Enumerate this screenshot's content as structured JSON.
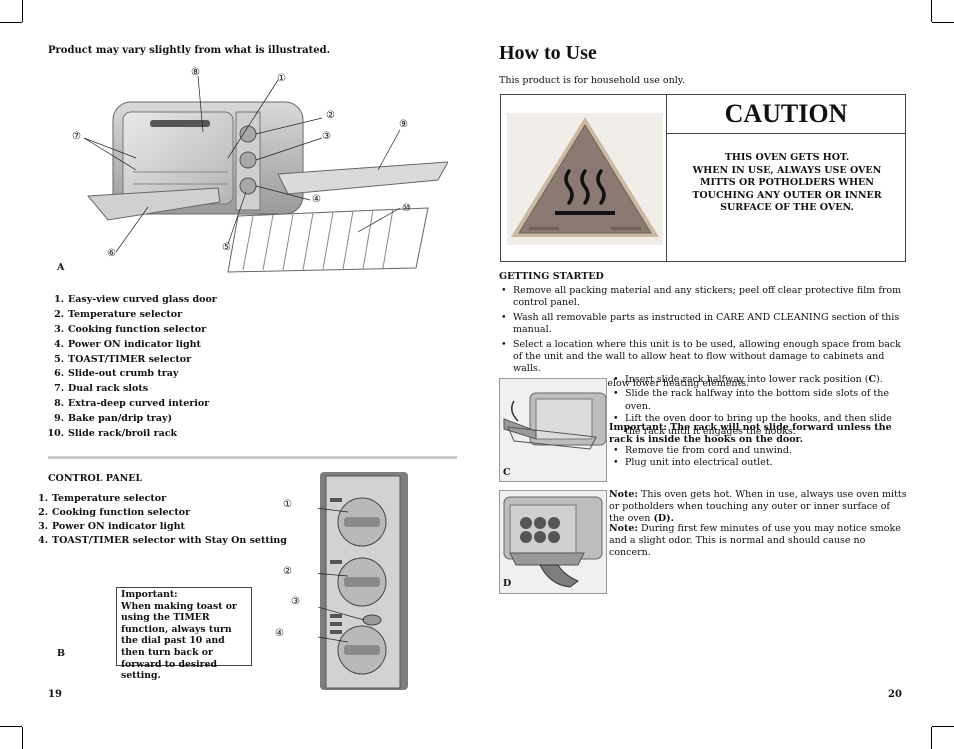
{
  "left": {
    "note": "Product may vary slightly from what is illustrated.",
    "figure_a_label": "A",
    "callouts_a": [
      "⑧",
      "①",
      "②",
      "③",
      "⑦",
      "⑨",
      "④",
      "⑩",
      "⑤",
      "⑥"
    ],
    "parts": [
      {
        "num": "1.",
        "text": "Easy-view curved glass door"
      },
      {
        "num": "2.",
        "text": "Temperature selector"
      },
      {
        "num": "3.",
        "text": "Cooking function selector"
      },
      {
        "num": "4.",
        "text": "Power ON indicator light"
      },
      {
        "num": "5.",
        "text": "TOAST/TIMER selector"
      },
      {
        "num": "6.",
        "text": "Slide-out crumb tray"
      },
      {
        "num": "7.",
        "text": "Dual rack slots"
      },
      {
        "num": "8.",
        "text": "Extra-deep curved interior"
      },
      {
        "num": "9.",
        "text": "Bake pan/drip tray)"
      },
      {
        "num": "10.",
        "text": "Slide rack/broil rack"
      }
    ],
    "control_panel_heading": "CONTROL PANEL",
    "control_items": [
      {
        "num": "1.",
        "text": "Temperature selector"
      },
      {
        "num": "2.",
        "text": "Cooking function selector"
      },
      {
        "num": "3.",
        "text": "Power ON indicator light"
      },
      {
        "num": "4.",
        "text": "TOAST/TIMER selector with Stay On setting"
      }
    ],
    "important_title": "Important:",
    "important_body": "When making toast or using the TIMER function, always turn the dial past 10 and then turn back or forward to desired setting.",
    "figure_b_label": "B",
    "callouts_b": [
      "①",
      "②",
      "③",
      "④"
    ],
    "page_number": "19"
  },
  "right": {
    "title": "How to Use",
    "subtitle": "This product is for household use only.",
    "caution_title": "CAUTION",
    "caution_lines": [
      "THIS OVEN GETS HOT.",
      "WHEN IN USE, ALWAYS USE OVEN",
      "MITTS OR POTHOLDERS WHEN",
      "TOUCHING ANY OUTER OR INNER",
      "SURFACE OF THE OVEN."
    ],
    "getting_started_heading": "GETTING STARTED",
    "getting_started_bullets": [
      "Remove all packing material and any stickers; peel off clear protective film from control panel.",
      "Wash all removable parts as instructed in CARE AND CLEANING section of this manual.",
      "Select a location where this unit is to be used, allowing enough space from back of the unit and the wall to allow heat to flow without damage to cabinets and walls.",
      "Insert crumb tray below lower heating elements."
    ],
    "rack_bullet_1_pre": "Insert slide rack halfway into lower rack position (",
    "rack_bullet_1_ref": "C",
    "rack_bullet_1_post": ").",
    "rack_bullets": [
      "Slide the rack halfway into the bottom side slots of the oven.",
      "Lift the oven door to bring up the hooks, and then slide the rack until it engages the hooks."
    ],
    "important_rack": "Important:  The rack will not slide forward unless the rack is inside the hooks on the door.",
    "final_bullets": [
      "Remove tie from cord and unwind.",
      "Plug unit into electrical outlet."
    ],
    "figure_c_label": "C",
    "figure_d_label": "D",
    "note_label": "Note:",
    "note_text": " This oven gets hot. When in use, always use oven mitts or potholders when touching any outer or inner surface of the oven ",
    "note_ref": "(D).",
    "note2_label": "Note:",
    "note2_text": "  During first few minutes of use you may notice smoke and a slight odor. This is normal and should cause no concern.",
    "page_number": "20"
  },
  "colors": {
    "triangle": "#8a7a72",
    "triangle_border": "#c9b9a3",
    "rule": "#cccccc"
  }
}
